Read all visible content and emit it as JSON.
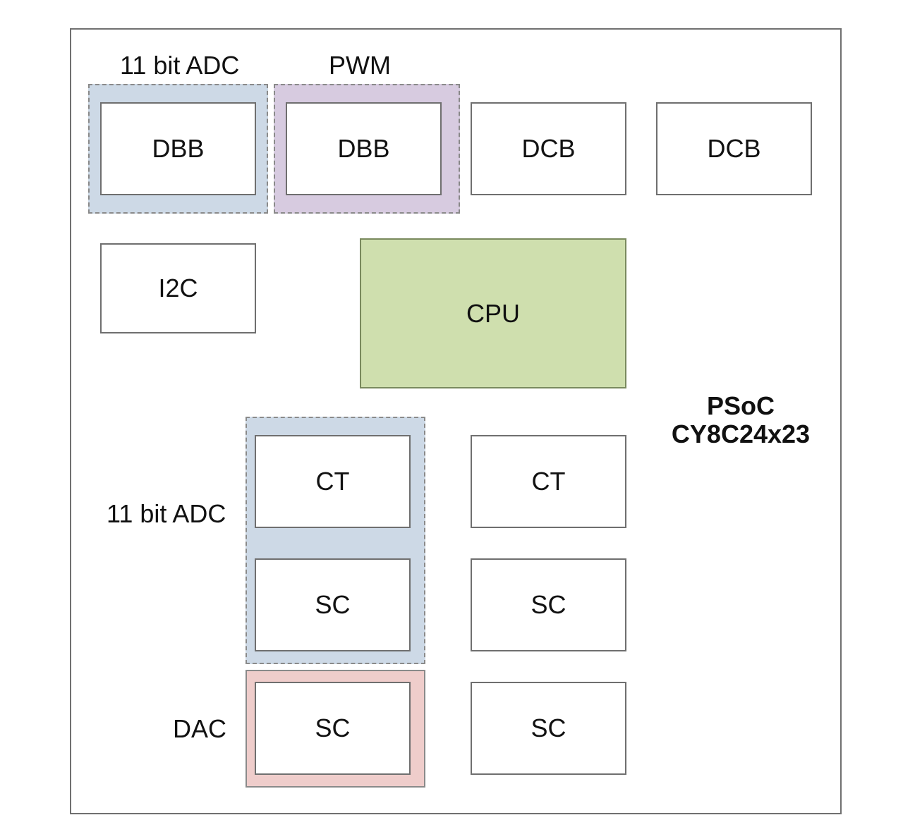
{
  "chip": {
    "name": "PSoC",
    "part": "CY8C24x23"
  },
  "group_labels": {
    "digital_adc": "11 bit ADC",
    "pwm": "PWM",
    "analog_adc": "11 bit ADC",
    "dac": "DAC"
  },
  "digital_blocks": [
    "DBB",
    "DBB",
    "DCB",
    "DCB"
  ],
  "comm_block": "I2C",
  "cpu_block": "CPU",
  "analog_blocks": {
    "col1": [
      "CT",
      "SC",
      "SC"
    ],
    "col2": [
      "CT",
      "SC",
      "SC"
    ]
  },
  "colors": {
    "adc_group": "#cdd9e6",
    "pwm_group": "#d7cbe0",
    "dac_group": "#efcdcb",
    "cpu": "#cfdfae"
  }
}
